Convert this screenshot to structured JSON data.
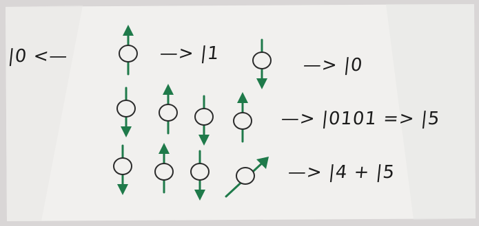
{
  "sketch": {
    "row1": {
      "left_label": "|0 <—",
      "mid_label": "—> |1",
      "right_label": "—> |0",
      "spins": [
        "up",
        "down"
      ]
    },
    "row2": {
      "label": "—> |0101 => |5",
      "spins": [
        "down",
        "up",
        "down",
        "up"
      ]
    },
    "row3": {
      "label": "—> |4 + |5",
      "spins": [
        "down",
        "up",
        "down",
        "diagonal"
      ]
    }
  },
  "colors": {
    "arrow": "#1f7a4a",
    "circle": "#2a2a2a",
    "ink": "#1b1b1b",
    "paper": "#f1f0ee"
  }
}
